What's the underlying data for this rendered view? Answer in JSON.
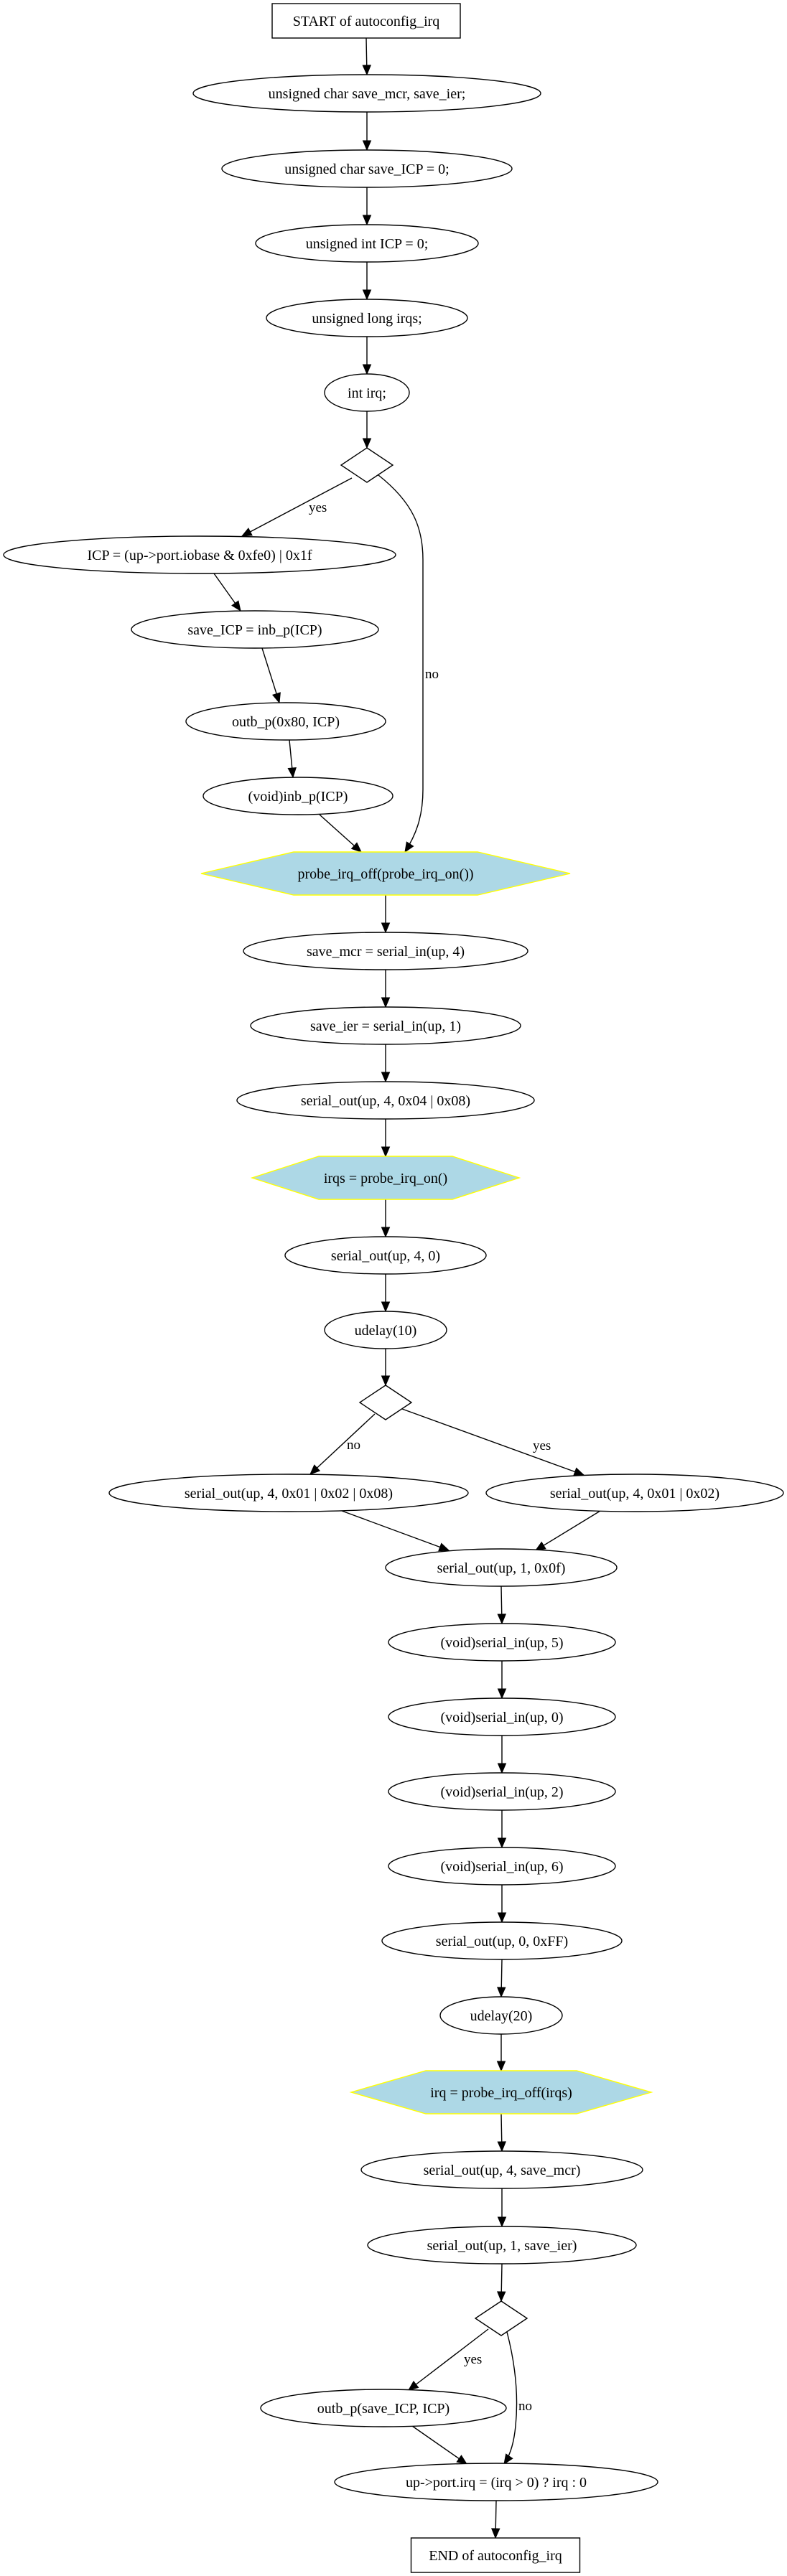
{
  "diagram": {
    "type": "flowchart",
    "colors": {
      "stroke": "#000000",
      "background": "#ffffff",
      "call_fill": "#add8e6",
      "call_stroke": "#ffff00"
    },
    "nodes": [
      {
        "id": "n_start",
        "shape": "box",
        "label": "START of autoconfig_irq"
      },
      {
        "id": "n_decl_mcr",
        "shape": "ellipse",
        "label": "unsigned char save_mcr, save_ier;"
      },
      {
        "id": "n_decl_icp",
        "shape": "ellipse",
        "label": "unsigned char save_ICP = 0;"
      },
      {
        "id": "n_decl_icpint",
        "shape": "ellipse",
        "label": "unsigned int ICP = 0;"
      },
      {
        "id": "n_decl_irqs",
        "shape": "ellipse",
        "label": "unsigned long irqs;"
      },
      {
        "id": "n_decl_irq",
        "shape": "ellipse",
        "label": "int irq;"
      },
      {
        "id": "n_cond1",
        "shape": "diamond",
        "label": ""
      },
      {
        "id": "n_icp_assign",
        "shape": "ellipse",
        "label": "ICP = (up->port.iobase & 0xfe0) | 0x1f"
      },
      {
        "id": "n_save_icp",
        "shape": "ellipse",
        "label": "save_ICP = inb_p(ICP)"
      },
      {
        "id": "n_outb_80",
        "shape": "ellipse",
        "label": "outb_p(0x80, ICP)"
      },
      {
        "id": "n_void_inb",
        "shape": "ellipse",
        "label": "(void)inb_p(ICP)"
      },
      {
        "id": "n_probe_off_on",
        "shape": "hexagon",
        "label": "probe_irq_off(probe_irq_on())"
      },
      {
        "id": "n_save_mcr_in",
        "shape": "ellipse",
        "label": "save_mcr = serial_in(up, 4)"
      },
      {
        "id": "n_save_ier_in",
        "shape": "ellipse",
        "label": "save_ier = serial_in(up, 1)"
      },
      {
        "id": "n_out_4_0c",
        "shape": "ellipse",
        "label": "serial_out(up, 4, 0x04 | 0x08)"
      },
      {
        "id": "n_irqs_on",
        "shape": "hexagon",
        "label": "irqs = probe_irq_on()"
      },
      {
        "id": "n_out_4_0",
        "shape": "ellipse",
        "label": "serial_out(up, 4, 0)"
      },
      {
        "id": "n_udelay10",
        "shape": "ellipse",
        "label": "udelay(10)"
      },
      {
        "id": "n_cond2",
        "shape": "diamond",
        "label": ""
      },
      {
        "id": "n_out_4_0b",
        "shape": "ellipse",
        "label": "serial_out(up, 4, 0x01 | 0x02 | 0x08)"
      },
      {
        "id": "n_out_4_03",
        "shape": "ellipse",
        "label": "serial_out(up, 4, 0x01 | 0x02)"
      },
      {
        "id": "n_out_1_0f",
        "shape": "ellipse",
        "label": "serial_out(up, 1, 0x0f)"
      },
      {
        "id": "n_in_5",
        "shape": "ellipse",
        "label": "(void)serial_in(up, 5)"
      },
      {
        "id": "n_in_0",
        "shape": "ellipse",
        "label": "(void)serial_in(up, 0)"
      },
      {
        "id": "n_in_2",
        "shape": "ellipse",
        "label": "(void)serial_in(up, 2)"
      },
      {
        "id": "n_in_6",
        "shape": "ellipse",
        "label": "(void)serial_in(up, 6)"
      },
      {
        "id": "n_out_0_ff",
        "shape": "ellipse",
        "label": "serial_out(up, 0, 0xFF)"
      },
      {
        "id": "n_udelay20",
        "shape": "ellipse",
        "label": "udelay(20)"
      },
      {
        "id": "n_irq_off",
        "shape": "hexagon",
        "label": "irq = probe_irq_off(irqs)"
      },
      {
        "id": "n_restore_mcr",
        "shape": "ellipse",
        "label": "serial_out(up, 4, save_mcr)"
      },
      {
        "id": "n_restore_ier",
        "shape": "ellipse",
        "label": "serial_out(up, 1, save_ier)"
      },
      {
        "id": "n_cond3",
        "shape": "diamond",
        "label": ""
      },
      {
        "id": "n_restore_icp",
        "shape": "ellipse",
        "label": "outb_p(save_ICP, ICP)"
      },
      {
        "id": "n_set_irq",
        "shape": "ellipse",
        "label": "up->port.irq = (irq > 0) ? irq : 0"
      },
      {
        "id": "n_end",
        "shape": "box",
        "label": "END of autoconfig_irq"
      }
    ],
    "edges": [
      {
        "from": "n_start",
        "to": "n_decl_mcr",
        "label": ""
      },
      {
        "from": "n_decl_mcr",
        "to": "n_decl_icp",
        "label": ""
      },
      {
        "from": "n_decl_icp",
        "to": "n_decl_icpint",
        "label": ""
      },
      {
        "from": "n_decl_icpint",
        "to": "n_decl_irqs",
        "label": ""
      },
      {
        "from": "n_decl_irqs",
        "to": "n_decl_irq",
        "label": ""
      },
      {
        "from": "n_decl_irq",
        "to": "n_cond1",
        "label": ""
      },
      {
        "from": "n_cond1",
        "to": "n_icp_assign",
        "label": "yes"
      },
      {
        "from": "n_cond1",
        "to": "n_probe_off_on",
        "label": "no"
      },
      {
        "from": "n_icp_assign",
        "to": "n_save_icp",
        "label": ""
      },
      {
        "from": "n_save_icp",
        "to": "n_outb_80",
        "label": ""
      },
      {
        "from": "n_outb_80",
        "to": "n_void_inb",
        "label": ""
      },
      {
        "from": "n_void_inb",
        "to": "n_probe_off_on",
        "label": ""
      },
      {
        "from": "n_probe_off_on",
        "to": "n_save_mcr_in",
        "label": ""
      },
      {
        "from": "n_save_mcr_in",
        "to": "n_save_ier_in",
        "label": ""
      },
      {
        "from": "n_save_ier_in",
        "to": "n_out_4_0c",
        "label": ""
      },
      {
        "from": "n_out_4_0c",
        "to": "n_irqs_on",
        "label": ""
      },
      {
        "from": "n_irqs_on",
        "to": "n_out_4_0",
        "label": ""
      },
      {
        "from": "n_out_4_0",
        "to": "n_udelay10",
        "label": ""
      },
      {
        "from": "n_udelay10",
        "to": "n_cond2",
        "label": ""
      },
      {
        "from": "n_cond2",
        "to": "n_out_4_0b",
        "label": "no"
      },
      {
        "from": "n_cond2",
        "to": "n_out_4_03",
        "label": "yes"
      },
      {
        "from": "n_out_4_0b",
        "to": "n_out_1_0f",
        "label": ""
      },
      {
        "from": "n_out_4_03",
        "to": "n_out_1_0f",
        "label": ""
      },
      {
        "from": "n_out_1_0f",
        "to": "n_in_5",
        "label": ""
      },
      {
        "from": "n_in_5",
        "to": "n_in_0",
        "label": ""
      },
      {
        "from": "n_in_0",
        "to": "n_in_2",
        "label": ""
      },
      {
        "from": "n_in_2",
        "to": "n_in_6",
        "label": ""
      },
      {
        "from": "n_in_6",
        "to": "n_out_0_ff",
        "label": ""
      },
      {
        "from": "n_out_0_ff",
        "to": "n_udelay20",
        "label": ""
      },
      {
        "from": "n_udelay20",
        "to": "n_irq_off",
        "label": ""
      },
      {
        "from": "n_irq_off",
        "to": "n_restore_mcr",
        "label": ""
      },
      {
        "from": "n_restore_mcr",
        "to": "n_restore_ier",
        "label": ""
      },
      {
        "from": "n_restore_ier",
        "to": "n_cond3",
        "label": ""
      },
      {
        "from": "n_cond3",
        "to": "n_restore_icp",
        "label": "yes"
      },
      {
        "from": "n_cond3",
        "to": "n_set_irq",
        "label": "no"
      },
      {
        "from": "n_restore_icp",
        "to": "n_set_irq",
        "label": ""
      },
      {
        "from": "n_set_irq",
        "to": "n_end",
        "label": ""
      }
    ]
  }
}
